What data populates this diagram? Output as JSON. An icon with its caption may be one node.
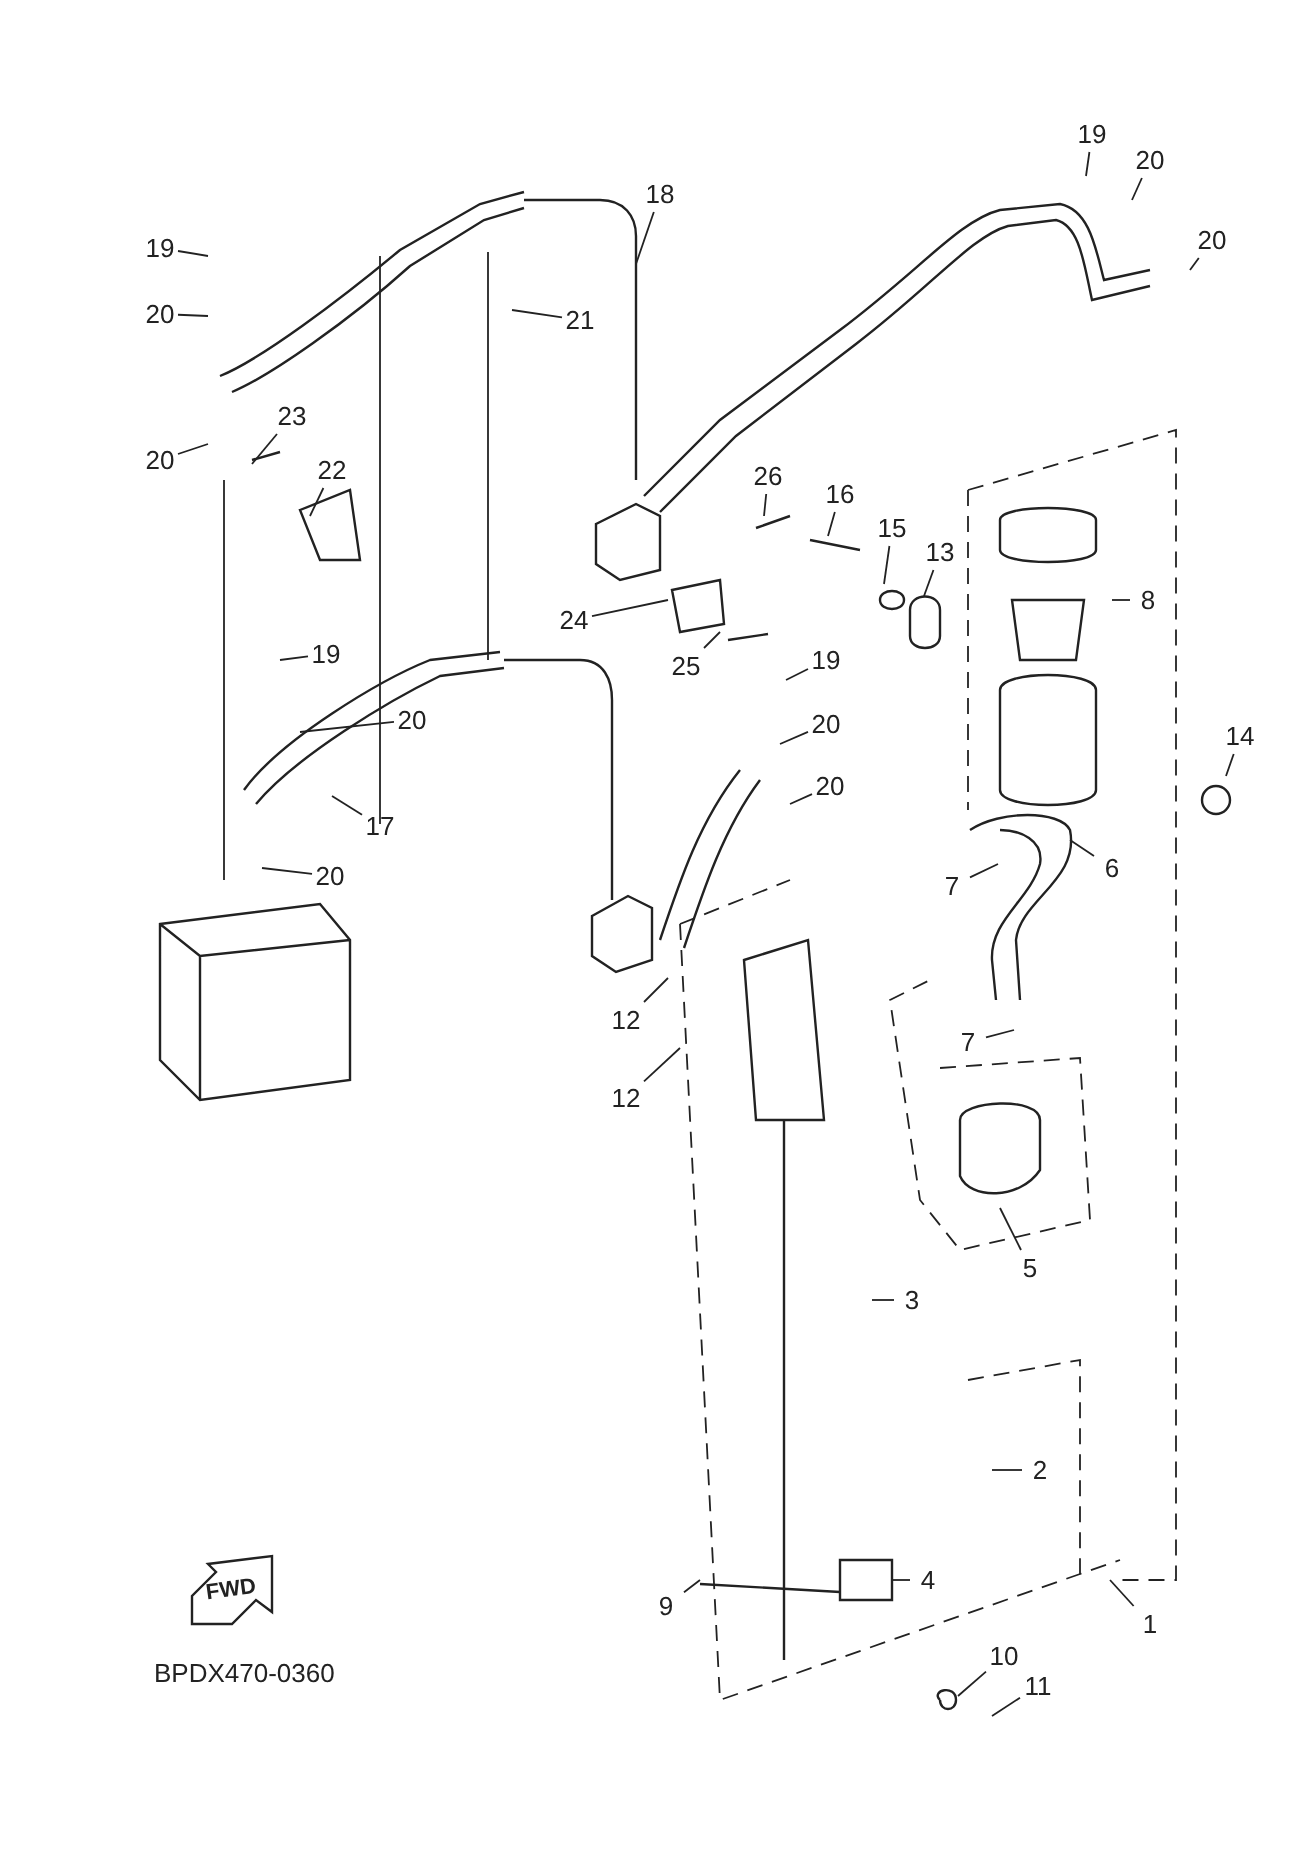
{
  "diagram": {
    "nodes": [
      {
        "text": [
          "18"
        ]
      },
      {
        "text": [
          "19"
        ]
      },
      {
        "text": [
          "20"
        ]
      },
      {
        "text": [
          "20"
        ]
      },
      {
        "text": [
          "19"
        ]
      },
      {
        "text": [
          "20"
        ]
      },
      {
        "text": [
          "21"
        ]
      },
      {
        "text": [
          "20"
        ]
      },
      {
        "text": [
          "23"
        ]
      },
      {
        "text": [
          "22"
        ]
      },
      {
        "text": [
          "26"
        ]
      },
      {
        "text": [
          "16"
        ]
      },
      {
        "text": [
          "15"
        ]
      },
      {
        "text": [
          "13"
        ]
      },
      {
        "text": [
          "8"
        ]
      },
      {
        "text": [
          "24"
        ]
      },
      {
        "text": [
          "25"
        ]
      },
      {
        "text": [
          "19"
        ]
      },
      {
        "text": [
          "19"
        ]
      },
      {
        "text": [
          "20"
        ]
      },
      {
        "text": [
          "20"
        ]
      },
      {
        "text": [
          "14"
        ]
      },
      {
        "text": [
          "17"
        ]
      },
      {
        "text": [
          "20"
        ]
      },
      {
        "text": [
          "20"
        ]
      },
      {
        "text": [
          "7"
        ]
      },
      {
        "text": [
          "6"
        ]
      },
      {
        "text": [
          "12"
        ]
      },
      {
        "text": [
          "7"
        ]
      },
      {
        "text": [
          "12"
        ]
      },
      {
        "text": [
          "5"
        ]
      },
      {
        "text": [
          "3"
        ]
      },
      {
        "text": [
          "2"
        ]
      },
      {
        "text": [
          "4"
        ]
      },
      {
        "text": [
          "9"
        ]
      },
      {
        "text": [
          "1"
        ]
      },
      {
        "text": [
          "10"
        ]
      },
      {
        "text": [
          "11"
        ]
      }
    ],
    "edges": [
      {
        "from": 0,
        "to": null,
        "arrow": "none"
      },
      {
        "from": 1,
        "to": null,
        "arrow": "none"
      },
      {
        "from": 2,
        "to": null,
        "arrow": "none"
      },
      {
        "from": 3,
        "to": null,
        "arrow": "none"
      },
      {
        "from": 4,
        "to": null,
        "arrow": "none"
      },
      {
        "from": 5,
        "to": null,
        "arrow": "none"
      },
      {
        "from": 6,
        "to": null,
        "arrow": "none"
      },
      {
        "from": 7,
        "to": null,
        "arrow": "none"
      },
      {
        "from": 8,
        "to": null,
        "arrow": "none"
      },
      {
        "from": 9,
        "to": null,
        "arrow": "none"
      },
      {
        "from": 10,
        "to": null,
        "arrow": "none"
      },
      {
        "from": 11,
        "to": null,
        "arrow": "none"
      },
      {
        "from": 12,
        "to": null,
        "arrow": "none"
      },
      {
        "from": 13,
        "to": null,
        "arrow": "none"
      },
      {
        "from": 14,
        "to": null,
        "arrow": "none"
      },
      {
        "from": 15,
        "to": null,
        "arrow": "none"
      },
      {
        "from": 16,
        "to": null,
        "arrow": "none"
      },
      {
        "from": 17,
        "to": null,
        "arrow": "none"
      },
      {
        "from": 18,
        "to": null,
        "arrow": "none"
      },
      {
        "from": 19,
        "to": null,
        "arrow": "none"
      },
      {
        "from": 20,
        "to": null,
        "arrow": "none"
      },
      {
        "from": 21,
        "to": null,
        "arrow": "none"
      },
      {
        "from": 22,
        "to": null,
        "arrow": "none"
      },
      {
        "from": 23,
        "to": null,
        "arrow": "none"
      },
      {
        "from": 24,
        "to": null,
        "arrow": "none"
      },
      {
        "from": 25,
        "to": null,
        "arrow": "none"
      },
      {
        "from": 26,
        "to": null,
        "arrow": "none"
      },
      {
        "from": 27,
        "to": null,
        "arrow": "none"
      },
      {
        "from": 28,
        "to": null,
        "arrow": "none"
      },
      {
        "from": 29,
        "to": null,
        "arrow": "none"
      },
      {
        "from": 30,
        "to": null,
        "arrow": "none"
      },
      {
        "from": 31,
        "to": null,
        "arrow": "none"
      },
      {
        "from": 32,
        "to": null,
        "arrow": "none"
      },
      {
        "from": 33,
        "to": null,
        "arrow": "none"
      },
      {
        "from": 34,
        "to": null,
        "arrow": "none"
      },
      {
        "from": 35,
        "to": null,
        "arrow": "none"
      },
      {
        "from": 36,
        "to": null,
        "arrow": "none"
      },
      {
        "from": 37,
        "to": null,
        "arrow": "none"
      }
    ],
    "labels": [
      "FWD",
      "BPDX470-0360"
    ]
  }
}
